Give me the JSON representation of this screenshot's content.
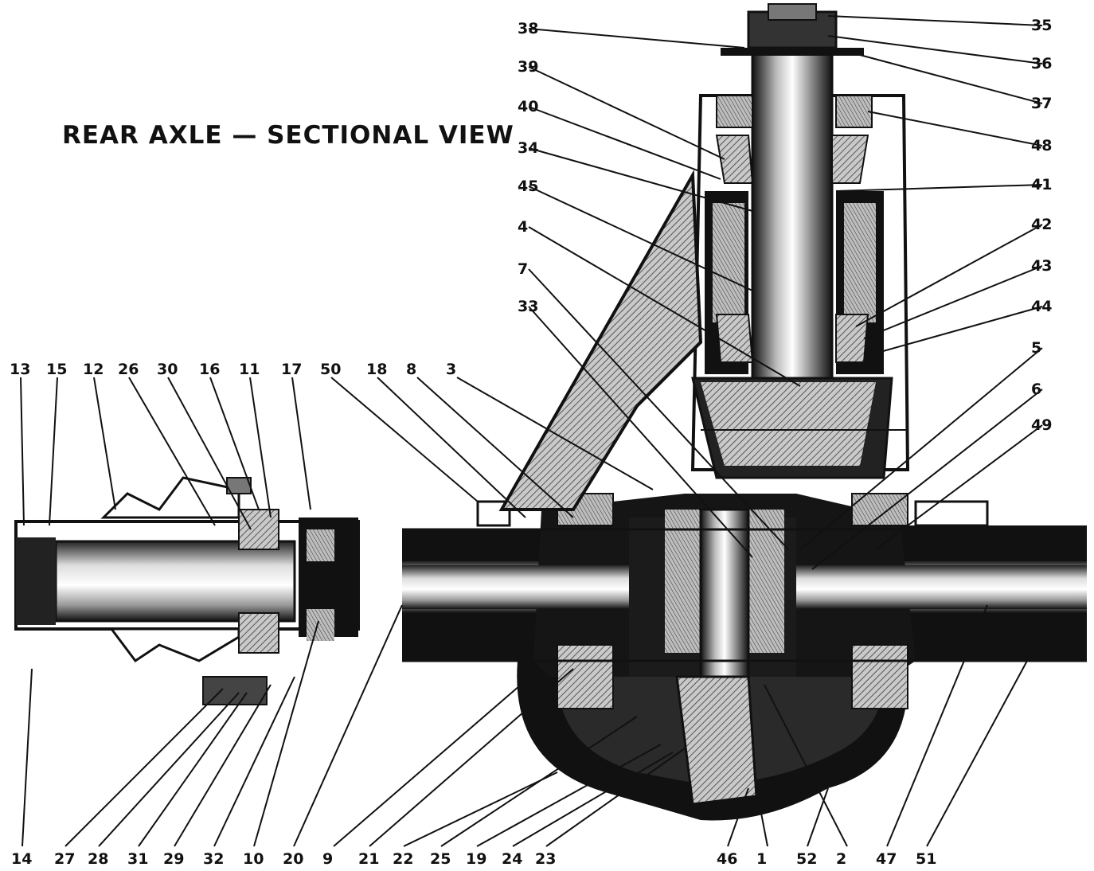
{
  "title": "REAR AXLE — SECTIONAL VIEW",
  "colors": {
    "ink": "#111111",
    "paper": "#ffffff",
    "hatch": "#8a8a8a"
  },
  "labels": {
    "top_left": [
      "13",
      "15",
      "12",
      "26",
      "30",
      "16",
      "11",
      "17",
      "50",
      "18",
      "8",
      "3"
    ],
    "left_column": [
      "38",
      "39",
      "40",
      "34",
      "45",
      "4",
      "7",
      "33"
    ],
    "right_column": [
      "35",
      "36",
      "37",
      "48",
      "41",
      "42",
      "43",
      "44",
      "5",
      "6",
      "49"
    ],
    "bottom": [
      "14",
      "27",
      "28",
      "31",
      "29",
      "32",
      "10",
      "20",
      "9",
      "21",
      "22",
      "25",
      "19",
      "24",
      "23",
      "46",
      "1",
      "52",
      "2",
      "47",
      "51"
    ]
  }
}
